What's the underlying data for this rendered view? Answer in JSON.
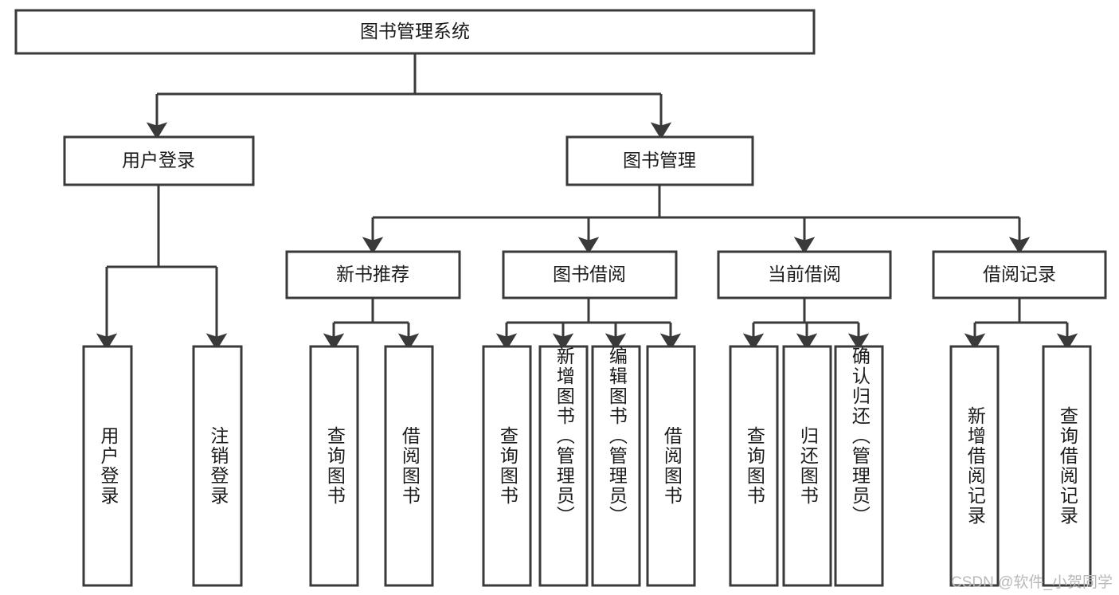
{
  "diagram": {
    "title": "图书管理系统",
    "type": "hierarchy-tree",
    "root": {
      "label": "图书管理系统"
    },
    "level2": {
      "user_login": {
        "label": "用户登录"
      },
      "book_manage": {
        "label": "图书管理"
      }
    },
    "level3": {
      "new_book_rec": {
        "label": "新书推荐"
      },
      "book_borrow": {
        "label": "图书借阅"
      },
      "current_borrow": {
        "label": "当前借阅"
      },
      "borrow_record": {
        "label": "借阅记录"
      }
    },
    "leaves": {
      "user_login": [
        {
          "label": "用户登录"
        },
        {
          "label": "注销登录"
        }
      ],
      "new_book_rec": [
        {
          "label": "查询图书"
        },
        {
          "label": "借阅图书"
        }
      ],
      "book_borrow": [
        {
          "label": "查询图书"
        },
        {
          "label": "新增图书（管理员）"
        },
        {
          "label": "编辑图书（管理员）"
        },
        {
          "label": "借阅图书"
        }
      ],
      "current_borrow": [
        {
          "label": "查询图书"
        },
        {
          "label": "归还图书"
        },
        {
          "label": "确认归还（管理员）"
        }
      ],
      "borrow_record": [
        {
          "label": "新增借阅记录"
        },
        {
          "label": "查询借阅记录"
        }
      ]
    },
    "colors": {
      "stroke": "#3a3a3a",
      "fill": "#ffffff",
      "text": "#1b1b1b",
      "watermark": "#b9b9b9"
    }
  },
  "watermark": {
    "text": "CSDN @软件_小贺同学"
  }
}
